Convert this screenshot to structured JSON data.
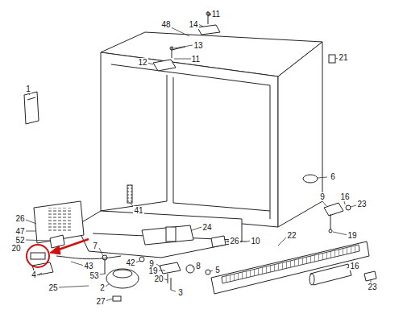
{
  "diagram": {
    "labels": [
      "48",
      "11",
      "14",
      "13",
      "11",
      "12",
      "21",
      "1",
      "6",
      "41",
      "9",
      "16",
      "23",
      "26",
      "47",
      "19",
      "24",
      "22",
      "52",
      "7",
      "26",
      "10",
      "20",
      "43",
      "42",
      "9",
      "8",
      "4",
      "53",
      "2",
      "16",
      "23",
      "25",
      "27",
      "20",
      "3",
      "19",
      "5"
    ]
  }
}
